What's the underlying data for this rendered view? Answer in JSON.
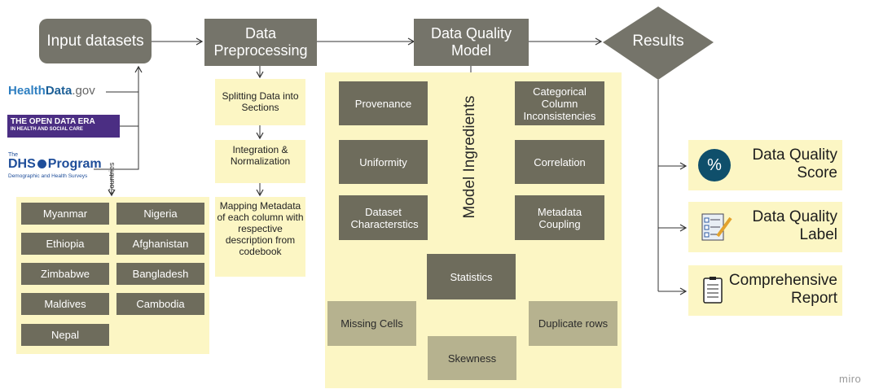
{
  "stages": {
    "input": "Input datasets",
    "preprocessing": "Data Preprocessing",
    "quality_model": "Data Quality Model",
    "results": "Results"
  },
  "sources": {
    "healthdata_a": "Health",
    "healthdata_b": "Data",
    "healthdata_c": ".gov",
    "open_data_line1": "THE OPEN DATA ERA",
    "open_data_line2": "IN HEALTH AND SOCIAL CARE",
    "dhs_small": "The",
    "dhs_main": "DHS",
    "dhs_program": "Program",
    "dhs_sub": "Demographic and Health Surveys"
  },
  "countries_label": "Countries",
  "countries": [
    "Myanmar",
    "Nigeria",
    "Ethiopia",
    "Afghanistan",
    "Zimbabwe",
    "Bangladesh",
    "Maldives",
    "Cambodia",
    "Nepal"
  ],
  "preprocessing_steps": [
    "Splitting Data into Sections",
    "Integration & Normalization",
    "Mapping Metadata of each column with respective description from codebook"
  ],
  "model_ingredients_label": "Model Ingredients",
  "ingredients": {
    "provenance": "Provenance",
    "categorical": "Categorical Column Inconsistencies",
    "uniformity": "Uniformity",
    "correlation": "Correlation",
    "dataset_characteristics": "Dataset Characterstics",
    "metadata_coupling": "Metadata Coupling",
    "statistics": "Statistics",
    "missing_cells": "Missing Cells",
    "duplicate_rows": "Duplicate rows",
    "skewness": "Skewness"
  },
  "results": {
    "score_icon": "%",
    "score_line1": "Data Quality",
    "score_line2": "Score",
    "label_line1": "Data Quality",
    "label_line2": "Label",
    "report_line1": "Comprehensive",
    "report_line2": "Report"
  },
  "watermark": "miro",
  "colors": {
    "dark_box": "#6e6c5c",
    "light_box": "#b6b28f",
    "panel": "#fcf6c4",
    "healthdata_blue": "#2e7fc1",
    "open_data_purple": "#4b2e83",
    "dhs_blue": "#1f4e9a",
    "percent_circle": "#0f4f6b"
  }
}
